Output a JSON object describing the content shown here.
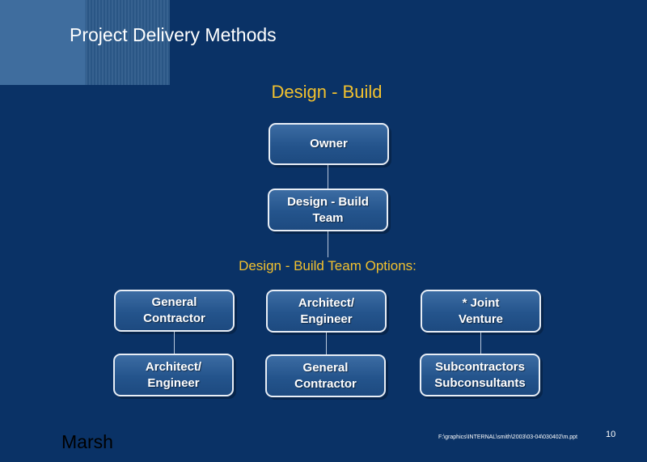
{
  "slide": {
    "title": "Project Delivery Methods",
    "subtitle": "Design - Build",
    "options_label": "Design - Build Team Options:"
  },
  "org_chart": {
    "owner": "Owner",
    "team": "Design - Build\nTeam",
    "options": [
      {
        "top": "General\nContractor",
        "bottom": "Architect/\nEngineer"
      },
      {
        "top": "Architect/\nEngineer",
        "bottom": "General\nContractor"
      },
      {
        "top": "* Joint\nVenture",
        "bottom": "Subcontractors\nSubconsultants"
      }
    ]
  },
  "footer": {
    "company": "Marsh",
    "file_path": "F:\\graphics\\INTERNAL\\smith\\2003\\03-04\\030402\\m.ppt",
    "page_number": "10"
  },
  "colors": {
    "background": "#0a3266",
    "box_fill": "#2a5b93",
    "box_border": "#e8eef6",
    "accent_text": "#f2c12e"
  }
}
